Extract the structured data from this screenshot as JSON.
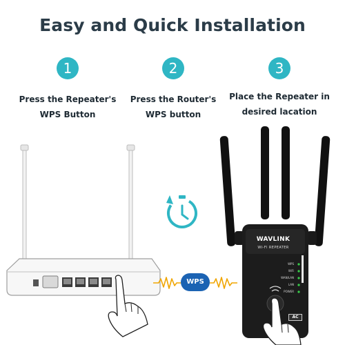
{
  "heading": "Easy and Quick Installation",
  "steps": [
    {
      "number": "1",
      "line1": "Press the Repeater's",
      "line2": "WPS Button"
    },
    {
      "number": "2",
      "line1": "Press the Router's",
      "line2": "WPS button"
    },
    {
      "number": "3",
      "line1": "Place the Repeater in",
      "line2": "desired lacation"
    }
  ],
  "badge": "WPS",
  "device": {
    "brand": "WAVLINK",
    "sub": "WI-FI REPEATER",
    "leds": [
      "WPS",
      "WiFi",
      "WAN/LAN",
      "LAN",
      "POWER"
    ],
    "model": "AC"
  },
  "colors": {
    "accent": "#2fb6c4",
    "title": "#2b3c48",
    "badge": "#1b63b3",
    "signal": "#f0a500"
  },
  "icons": [
    "timer-icon",
    "hand-pointer-icon",
    "signal-wave-icon"
  ]
}
